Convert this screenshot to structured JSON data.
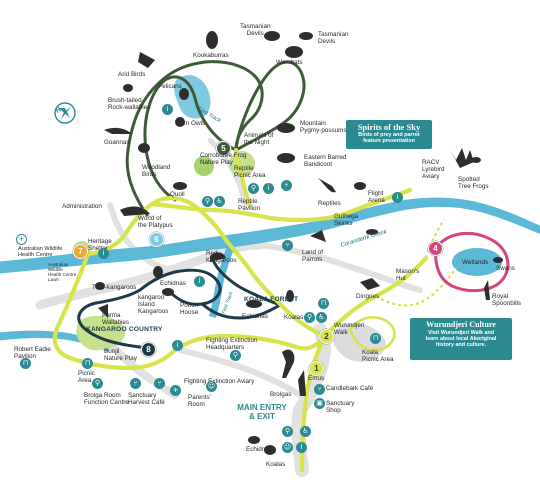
{
  "compass": {
    "north": "N"
  },
  "zones": {
    "koala_forest": "KOALA FOREST",
    "kangaroo_country": "KANGAROO COUNTRY"
  },
  "creek": {
    "name": "Coranderrk Creek",
    "short": "Coranderrk Creek"
  },
  "fast_track": "Fast Track",
  "entry": {
    "line1": "MAIN ENTRY",
    "line2": "& EXIT"
  },
  "callouts": {
    "spirits": {
      "title": "Spirits of the Sky",
      "line1": "Birds of prey and parrot",
      "line2": "feature presentation"
    },
    "wurundjeri": {
      "title": "Wurundjeri Culture",
      "line1": "Visit Wurundjeri Walk and",
      "line2": "learn about local Aboriginal",
      "line3": "history and culture."
    }
  },
  "trail_numbers": {
    "n1": "1",
    "n2": "2",
    "n4": "4",
    "n5": "5",
    "n6": "6",
    "n7": "7",
    "n8": "8"
  },
  "labels": {
    "tasmanian_devils_a": "Tasmanian\nDevils",
    "tasmanian_devils_b": "Tasmanian\nDevils",
    "kookaburras": "Kookaburras",
    "wombats": "Wombats",
    "arid_birds": "Arid Birds",
    "pelicans": "Pelicans",
    "brush_tailed": "Brush-tailed\nRock-wallabies",
    "barn_owls": "Barn Owls",
    "mountain_pygmy": "Mountain\nPygmy-possums",
    "animals_night": "Animals of\nthe Night",
    "goannas": "Goannas",
    "woodland_birds": "Woodland\nBirds",
    "corroboree": "Corroboree Frog\nNature Play",
    "reptile_picnic": "Reptile\nPicnic Area",
    "eastern_barred": "Eastern Barred\nBandicoot",
    "racv": "RACV\nLyrebird\nAviary",
    "spotted_frogs": "Spotted\nTree Frogs",
    "quoll": "Quoll",
    "reptile_pavilion": "Reptile\nPavilion",
    "reptiles": "Reptiles",
    "flight_arena": "Flight\nArena",
    "administration": "Administration",
    "world_platypus": "World of\nthe Platypus",
    "guthega": "Guthega\nSkinks",
    "awhc": "Australian Wildlife\nHealth Centre",
    "awhc_lawn": "Australian\nWildlife\nHealth Centre\nLawn",
    "heritage": "Heritage\nShelter",
    "land_parrots": "Land of\nParrots",
    "wetlands": "Wetlands",
    "swans": "Swans",
    "masons_hut": "Mason's\nHut",
    "red_kangaroos": "Red\nKangaroos",
    "tree_kangaroos": "Tree-kangaroos",
    "echidnas_a": "Echidnas",
    "kangaroo_island": "kangaroo\nIsland\nKangaroos",
    "pouch_house": "Pouch\nHouse",
    "dingoes": "Dingoes",
    "royal_spoonbills": "Royal\nSpoonbills",
    "parma": "Parma\nWallabies",
    "echidnas_b": "Echidnas",
    "koalas_a": "Koalas",
    "wurundjeri_walk": "Wurundjeri\nWalk",
    "koala_picnic": "Koala\nPicnic Area",
    "robert_eadie": "Robert Eadie\nPavilion",
    "bunjil": "Bunjil\nNature Play",
    "fighting_hq": "Fighting Extinction\nHeadquarters",
    "picnic_area": "Picnic\nArea",
    "fighting_aviary": "Fighting Extinction Aviary",
    "emus": "Emus",
    "candlebark": "Candlebark Café",
    "brolga_room": "Brolga Room\nFunction Centre",
    "sanctuary_harvest": "Sanctuary\nHarvest Café",
    "parents_room": "Parents'\nRoom",
    "brolgas": "Brolgas",
    "sanctuary_shop": "Sanctuary\nShop",
    "echidnas_c": "Echidnas",
    "koalas_b": "Koalas"
  },
  "colors": {
    "river": "#5bb8d6",
    "trail_yellow": "#d7e34a",
    "trail_dark_green": "#3f5a3a",
    "trail_pink": "#d6457a",
    "trail_navy": "#1e3a4a",
    "grey_path": "#dcdcdc",
    "teal": "#2c8a91",
    "orange": "#f2a531",
    "green_area": "#a8d26b"
  },
  "icon_names": [
    "toilets-icon",
    "accessible-icon",
    "food-icon",
    "picnic-table-icon",
    "first-aid-icon",
    "baby-change-icon",
    "shop-icon",
    "info-icon"
  ]
}
